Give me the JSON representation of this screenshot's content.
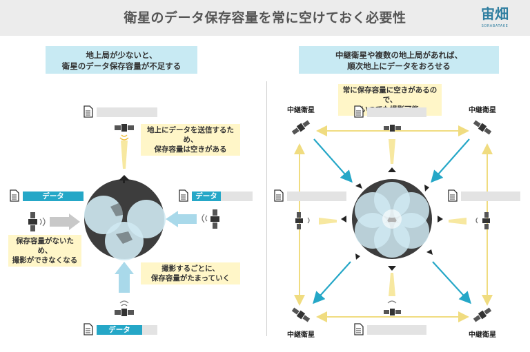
{
  "header": {
    "title": "衛星のデータ保存容量を常に空けておく必要性",
    "logo_text": "宙畑",
    "logo_subtext": "SORABATAKE"
  },
  "left_panel": {
    "caption_line1": "地上局が少ないと、",
    "caption_line2": "衛星のデータ保存容量が不足する",
    "note_top_line1": "地上にデータを送信するため、",
    "note_top_line2": "保存容量は空きがある",
    "note_left_line1": "保存容量がないため、",
    "note_left_line2": "撮影ができなくなる",
    "note_bottom_line1": "撮影するごとに、",
    "note_bottom_line2": "保存容量がたまっていく",
    "data_label_left": "データ",
    "data_label_right": "データ",
    "data_label_bottom": "データ"
  },
  "right_panel": {
    "caption_line1": "中継衛星や複数の地上局があれば、",
    "caption_line2": "順次地上にデータをおろせる",
    "note_line1": "常に保存容量に空きがあるので、",
    "note_line2": "いつでも撮影可能",
    "relay_label_tl": "中継衛星",
    "relay_label_tr": "中継衛星",
    "relay_label_bl": "中継衛星",
    "relay_label_br": "中継衛星"
  },
  "colors": {
    "accent_teal": "#25a7c7",
    "caption_bg": "#c8eaf3",
    "note_bg": "#fff6c8",
    "yellow_arrow": "#f7e8a0",
    "gray_arrow": "#c8c8c8",
    "light_blue_arrow": "#a9d9ea",
    "earth_dark": "#3d3d3d",
    "coverage": "#cfe9f2"
  }
}
